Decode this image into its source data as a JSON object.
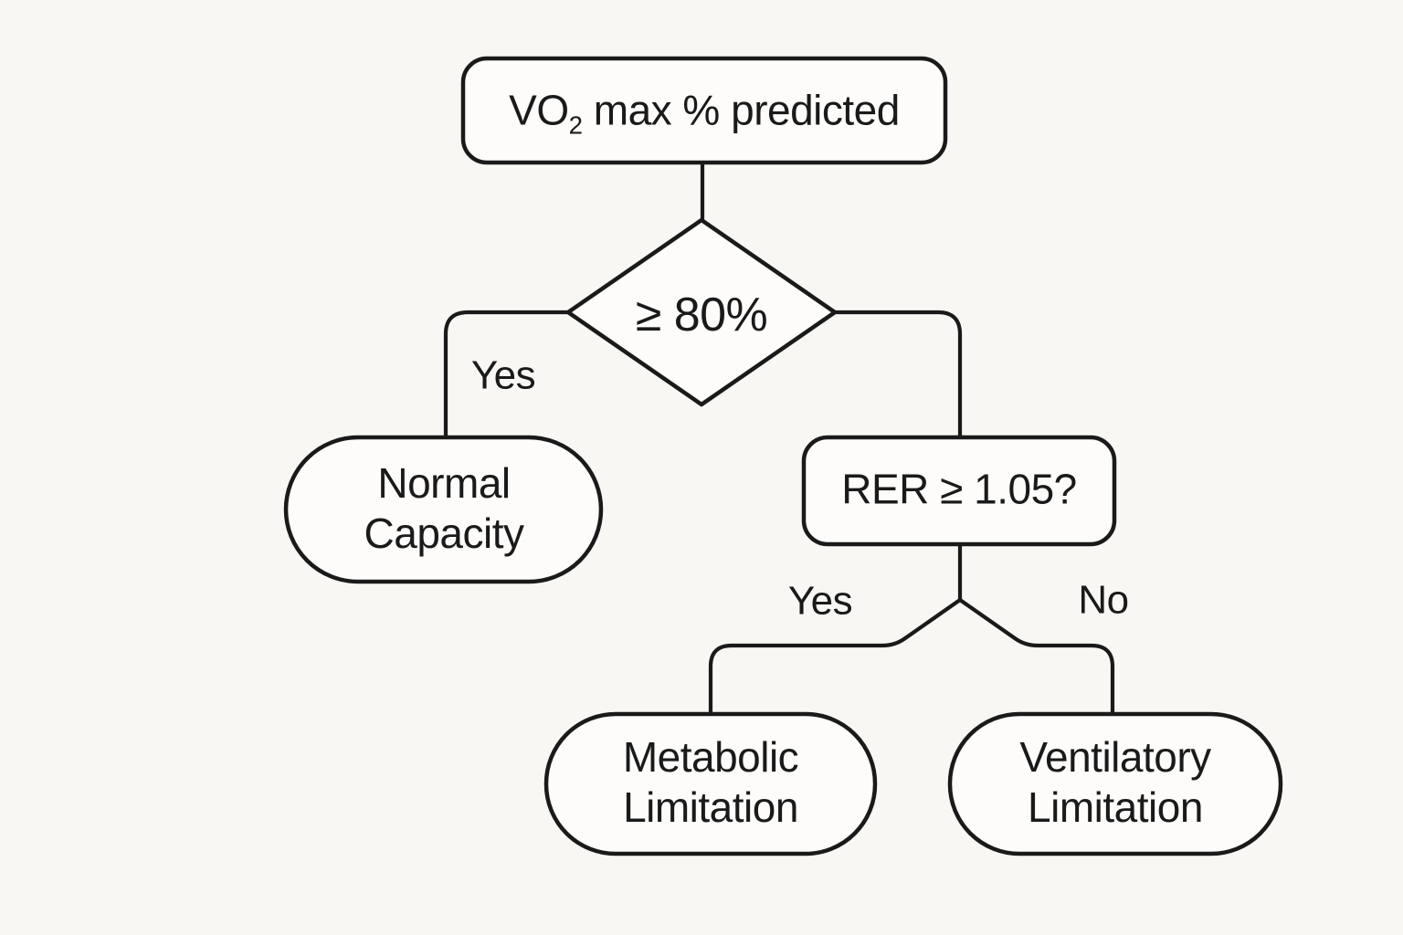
{
  "nodes": {
    "vo2max": {
      "text_main": "VO",
      "text_sub": "2",
      "text_rest": " max % predicted"
    },
    "threshold": {
      "label": "≥ 80%"
    },
    "normal_capacity": {
      "label": "Normal\nCapacity"
    },
    "rer": {
      "label": "RER ≥ 1.05?"
    },
    "metabolic": {
      "label": "Metabolic\nLimitation"
    },
    "ventilatory": {
      "label": "Ventilatory\nLimitation"
    }
  },
  "edge_labels": {
    "threshold_yes": "Yes",
    "rer_yes": "Yes",
    "rer_no": "No"
  },
  "colors": {
    "background": "#f8f7f3",
    "node_fill": "#fdfcfa",
    "stroke": "#1a1a1a",
    "text": "#1a1a1a"
  }
}
